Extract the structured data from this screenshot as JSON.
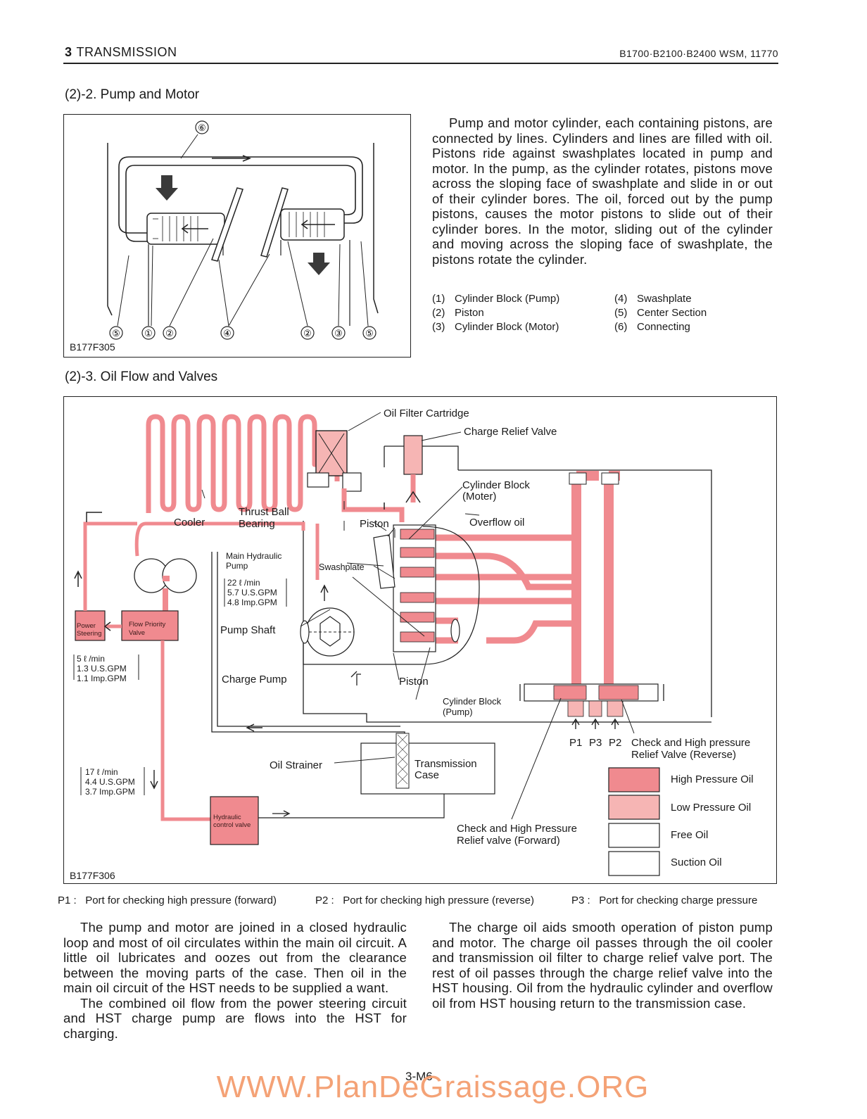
{
  "header": {
    "chapter_num": "3",
    "chapter_title": "TRANSMISSION",
    "manual_ref": "B1700·B2100·B2400  WSM, 11770"
  },
  "section_pump_motor": {
    "title": "(2)-2. Pump and Motor",
    "figure_code": "B177F305",
    "callouts": [
      "⑥",
      "⑤",
      "①",
      "②",
      "④",
      "②",
      "③",
      "⑤"
    ],
    "description": "Pump and motor cylinder, each containing pistons, are connected by lines. Cylinders and lines are filled with oil. Pistons ride against swashplates located in pump and motor. In the pump, as the cylinder rotates, pistons move across the sloping face of swashplate and slide in or out of their cylinder bores. The oil, forced out by the pump pistons, causes the motor pistons to slide out of their cylinder bores. In the motor, sliding out of the cylinder and moving across the sloping face of swashplate, the pistons rotate the cylinder.",
    "legend": [
      {
        "num": "(1)",
        "label": "Cylinder Block (Pump)"
      },
      {
        "num": "(2)",
        "label": "Piston"
      },
      {
        "num": "(3)",
        "label": "Cylinder Block (Motor)"
      },
      {
        "num": "(4)",
        "label": "Swashplate"
      },
      {
        "num": "(5)",
        "label": "Center Section"
      },
      {
        "num": "(6)",
        "label": "Connecting"
      }
    ]
  },
  "section_oil_flow": {
    "title": "(2)-3. Oil Flow and Valves",
    "figure_code": "B177F306",
    "labels": {
      "oil_filter": "Oil Filter Cartridge",
      "charge_relief": "Charge Relief Valve",
      "cylinder_block_motor_1": "Cylinder Block",
      "cylinder_block_motor_2": "(Moter)",
      "thrust_ball_1": "Thrust Ball",
      "thrust_ball_2": "Bearing",
      "cooler": "Cooler",
      "piston_top": "Piston",
      "overflow": "Overflow oil",
      "main_pump_1": "Main Hydraulic",
      "main_pump_2": "Pump",
      "swashplate": "Swashplate",
      "flow_22_1": "22 ℓ /min",
      "flow_22_2": "5.7 U.S.GPM",
      "flow_22_3": "4.8 Imp.GPM",
      "power_steering_1": "Power",
      "power_steering_2": "Steering",
      "flow_priority_1": "Flow Priority",
      "flow_priority_2": "Valve",
      "pump_shaft": "Pump Shaft",
      "flow_5_1": "5 ℓ /min",
      "flow_5_2": "1.3 U.S.GPM",
      "flow_5_3": "1.1 Imp.GPM",
      "charge_pump": "Charge Pump",
      "piston_bottom": "Piston",
      "cyl_block_pump_1": "Cylinder Block",
      "cyl_block_pump_2": "(Pump)",
      "p1": "P1",
      "p3": "P3",
      "p2": "P2",
      "check_rev_1": "Check and High pressure",
      "check_rev_2": "Relief Valve (Reverse)",
      "oil_strainer": "Oil Strainer",
      "trans_case_1": "Transmission",
      "trans_case_2": "Case",
      "flow_17_1": "17 ℓ /min",
      "flow_17_2": "4.4 U.S.GPM",
      "flow_17_3": "3.7 Imp.GPM",
      "hyd_valve_1": "Hydraulic",
      "hyd_valve_2": "control valve",
      "check_fwd_1": "Check and High Pressure",
      "check_fwd_2": "Relief valve (Forward)"
    },
    "legend": [
      {
        "label": "High Pressure Oil",
        "color": "#f08a8f"
      },
      {
        "label": "Low Pressure Oil",
        "color": "#f6b5b4"
      },
      {
        "label": "Free Oil",
        "color": "#ffffff"
      },
      {
        "label": "Suction Oil",
        "color": "#ffffff"
      }
    ],
    "ports": [
      {
        "code": "P1 :",
        "text": "Port for checking high pressure (forward)"
      },
      {
        "code": "P2 :",
        "text": "Port for checking high pressure (reverse)"
      },
      {
        "code": "P3 :",
        "text": "Port for checking charge pressure"
      }
    ]
  },
  "body_text": {
    "left_p1": "The pump and motor are joined in a closed hydraulic loop and most of oil circulates within the main oil circuit. A little oil lubricates and oozes out from the clearance between the moving parts of the case. Then oil in the main oil circuit of the HST needs to be supplied a want.",
    "left_p2": "The combined oil flow from the power steering circuit and HST charge pump are flows into the HST for charging.",
    "right_p1": "The charge oil aids smooth operation of piston pump and motor. The charge oil passes through the oil cooler and transmission oil filter to charge relief valve port. The rest of oil passes through the charge relief valve into the HST housing. Oil from the hydraulic cylinder and overflow oil from HST housing return to the transmission case."
  },
  "footer": {
    "page_number": "3-M6",
    "watermark": "WWW.PlanDeGraissage.ORG"
  },
  "colors": {
    "high_pressure": "#f08a8f",
    "low_pressure": "#f6b5b4",
    "ink": "#1a1a1a"
  }
}
